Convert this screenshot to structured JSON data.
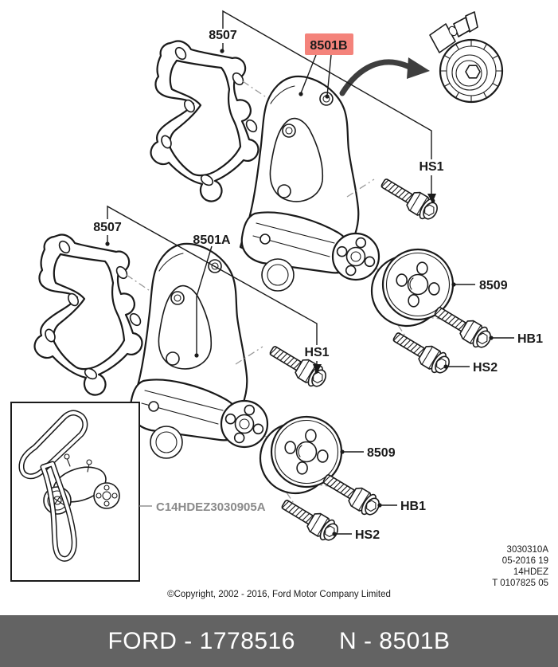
{
  "diagram": {
    "labels": {
      "gasket": "8507",
      "pump_b": "8501B",
      "pump_a": "8501A",
      "hs1": "HS1",
      "pulley": "8509",
      "hb1": "HB1",
      "hs2": "HS2",
      "inset_code": "C14HDEZ3030905A"
    },
    "highlight_color": "#f4837b",
    "highlight_text_color": "#b5382d",
    "line_color": "#1a1a1a",
    "corner_block": [
      "3030310A",
      "05-2016 19",
      "14HDEZ",
      "T 0107825 05"
    ],
    "copyright": "©Copyright, 2002 - 2016, Ford Motor Company Limited"
  },
  "footer": {
    "bg": "#636363",
    "left_text": "FORD - 1778516",
    "right_text": "N - 8501B"
  }
}
